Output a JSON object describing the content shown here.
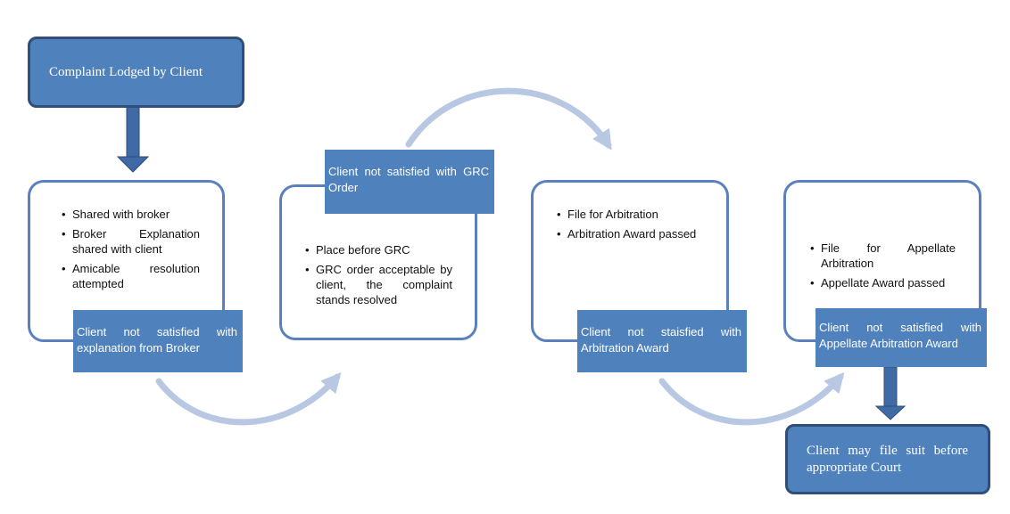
{
  "start": {
    "label": "Complaint Lodged by Client"
  },
  "steps": [
    {
      "bullets": [
        "Shared with broker",
        "Broker Explanation shared with client",
        "Amicable resolution attempted"
      ],
      "tag": "Client not satisfied with explanation from Broker"
    },
    {
      "bullets": [
        "Place before GRC",
        "GRC order acceptable by client, the complaint stands resolved"
      ],
      "tag": "Client not satisfied with GRC Order"
    },
    {
      "bullets": [
        "File for Arbitration",
        "Arbitration Award passed"
      ],
      "tag": "Client not staisfied with Arbitration Award"
    },
    {
      "bullets": [
        "File for Appellate Arbitration",
        "Appellate Award passed"
      ],
      "tag": "Client not satisfied with Appellate Arbitration Award"
    }
  ],
  "end": {
    "label": "Client may file suit before appropriate Court"
  },
  "colors": {
    "box_border": "#5a80be",
    "tag_fill": "#4f81bd",
    "dark_border": "#2f4e79",
    "curve_arrow": "#b8c8e2"
  }
}
